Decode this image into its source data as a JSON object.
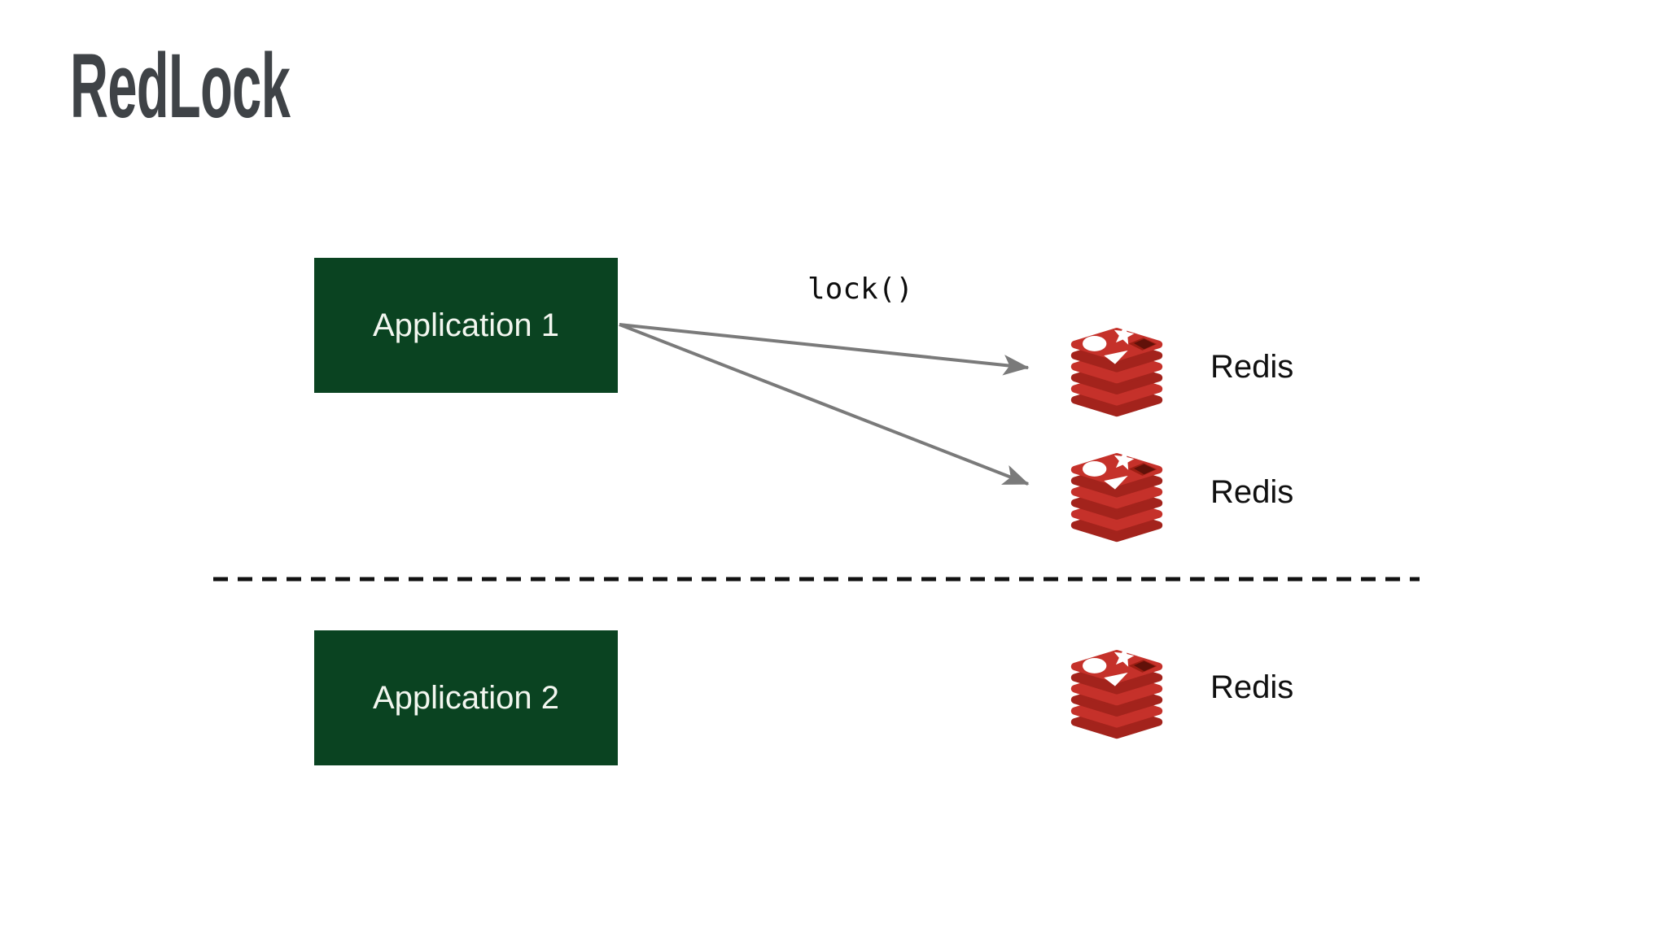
{
  "title": {
    "text": "RedLock"
  },
  "diagram": {
    "applications": [
      {
        "label": "Application 1"
      },
      {
        "label": "Application 2"
      }
    ],
    "redis_nodes": [
      {
        "label": "Redis"
      },
      {
        "label": "Redis"
      },
      {
        "label": "Redis"
      }
    ],
    "lock_annotation": {
      "label": "lock()",
      "from": "Application 1",
      "targets": [
        "Redis",
        "Redis"
      ]
    },
    "divider": {
      "style": "dashed-horizontal-line"
    }
  },
  "icons": {
    "redis": "redis-db-stack-icon"
  },
  "colors": {
    "background": "#ffffff",
    "title_text": "#3f4347",
    "app_box": "#0a4321",
    "app_text": "#f2f6ef",
    "arrow": "#7a7a7a",
    "divider": "#111111",
    "redis_red": "#c5312a",
    "redis_dark_red": "#a3231c",
    "redis_pit": "#9c1e13",
    "redis_pit_inner": "#611109",
    "label_text": "#101010"
  }
}
